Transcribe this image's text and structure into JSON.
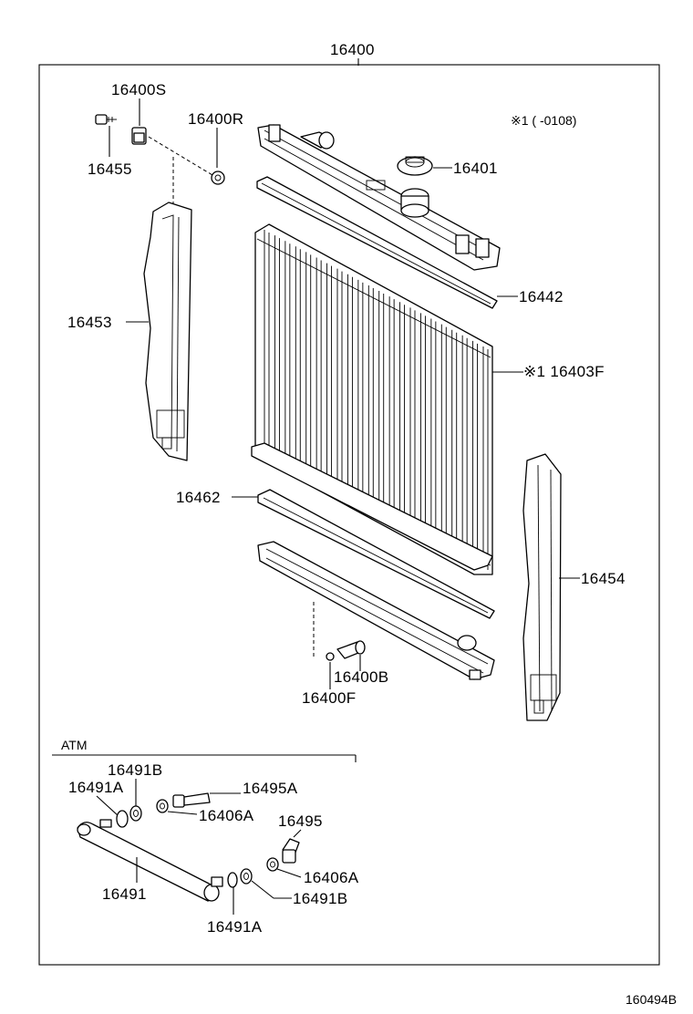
{
  "diagram": {
    "main_part": "16400",
    "note": "※1 (      -0108)",
    "section_label": "ATM",
    "footer_code": "160494B",
    "labels": {
      "l16400S": "16400S",
      "l16455": "16455",
      "l16400R": "16400R",
      "l16401": "16401",
      "l16442": "16442",
      "l16403F": "※1 16403F",
      "l16453": "16453",
      "l16462": "16462",
      "l16454": "16454",
      "l16400B": "16400B",
      "l16400F": "16400F",
      "l16491B_a": "16491B",
      "l16491A_a": "16491A",
      "l16495A": "16495A",
      "l16406A_a": "16406A",
      "l16495": "16495",
      "l16491": "16491",
      "l16406A_b": "16406A",
      "l16491B_b": "16491B",
      "l16491A_b": "16491A"
    }
  }
}
